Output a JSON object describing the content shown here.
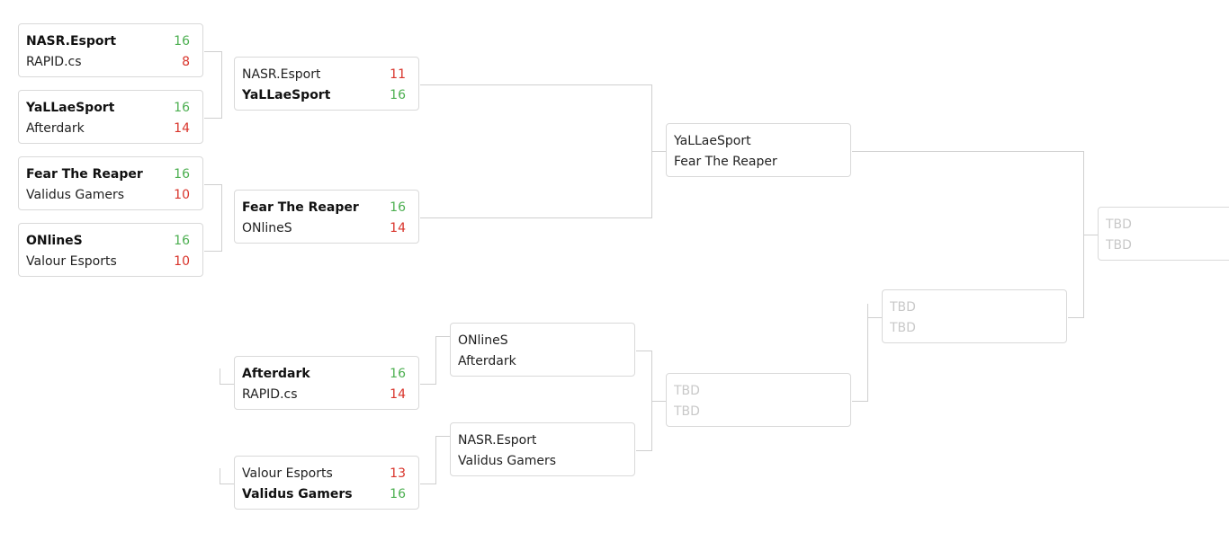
{
  "labels": {
    "tbd": "TBD"
  },
  "colors": {
    "win": "#4caf50",
    "lose": "#d9342b",
    "tbd": "#c8c8c8",
    "border": "#d9d9d9"
  },
  "matches": [
    {
      "id": "ub-r1-m1",
      "teams": [
        {
          "name": "NASR.Esport",
          "score": "16",
          "result": "win"
        },
        {
          "name": "RAPID.cs",
          "score": "8",
          "result": "lose"
        }
      ]
    },
    {
      "id": "ub-r1-m2",
      "teams": [
        {
          "name": "YaLLaeSport",
          "score": "16",
          "result": "win"
        },
        {
          "name": "Afterdark",
          "score": "14",
          "result": "lose"
        }
      ]
    },
    {
      "id": "ub-r1-m3",
      "teams": [
        {
          "name": "Fear The Reaper",
          "score": "16",
          "result": "win"
        },
        {
          "name": "Validus Gamers",
          "score": "10",
          "result": "lose"
        }
      ]
    },
    {
      "id": "ub-r1-m4",
      "teams": [
        {
          "name": "ONlineS",
          "score": "16",
          "result": "win"
        },
        {
          "name": "Valour Esports",
          "score": "10",
          "result": "lose"
        }
      ]
    },
    {
      "id": "ub-r2-m1",
      "teams": [
        {
          "name": "NASR.Esport",
          "score": "11",
          "result": "lose"
        },
        {
          "name": "YaLLaeSport",
          "score": "16",
          "result": "win"
        }
      ]
    },
    {
      "id": "ub-r2-m2",
      "teams": [
        {
          "name": "Fear The Reaper",
          "score": "16",
          "result": "win"
        },
        {
          "name": "ONlineS",
          "score": "14",
          "result": "lose"
        }
      ]
    },
    {
      "id": "ub-final",
      "teams": [
        {
          "name": "YaLLaeSport",
          "score": "",
          "result": ""
        },
        {
          "name": "Fear The Reaper",
          "score": "",
          "result": ""
        }
      ]
    },
    {
      "id": "grand-final",
      "tbd": true,
      "teams": [
        {
          "name": "TBD",
          "score": "",
          "result": ""
        },
        {
          "name": "TBD",
          "score": "",
          "result": ""
        }
      ]
    },
    {
      "id": "lb-r1-m1",
      "teams": [
        {
          "name": "Afterdark",
          "score": "16",
          "result": "win"
        },
        {
          "name": "RAPID.cs",
          "score": "14",
          "result": "lose"
        }
      ]
    },
    {
      "id": "lb-r1-m2",
      "teams": [
        {
          "name": "Valour Esports",
          "score": "13",
          "result": "lose"
        },
        {
          "name": "Validus Gamers",
          "score": "16",
          "result": "win"
        }
      ]
    },
    {
      "id": "lb-r2-m1",
      "teams": [
        {
          "name": "ONlineS",
          "score": "",
          "result": ""
        },
        {
          "name": "Afterdark",
          "score": "",
          "result": ""
        }
      ]
    },
    {
      "id": "lb-r2-m2",
      "teams": [
        {
          "name": "NASR.Esport",
          "score": "",
          "result": ""
        },
        {
          "name": "Validus Gamers",
          "score": "",
          "result": ""
        }
      ]
    },
    {
      "id": "lb-r3",
      "tbd": true,
      "teams": [
        {
          "name": "TBD",
          "score": "",
          "result": ""
        },
        {
          "name": "TBD",
          "score": "",
          "result": ""
        }
      ]
    },
    {
      "id": "lb-final",
      "tbd": true,
      "teams": [
        {
          "name": "TBD",
          "score": "",
          "result": ""
        },
        {
          "name": "TBD",
          "score": "",
          "result": ""
        }
      ]
    }
  ]
}
